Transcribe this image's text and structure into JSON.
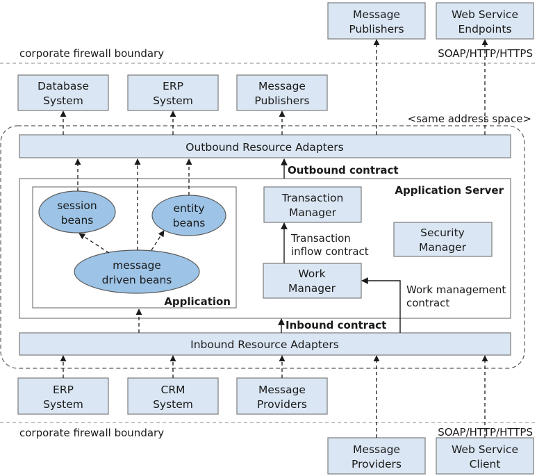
{
  "firewall": {
    "top_label": "corporate firewall boundary",
    "bottom_label": "corporate firewall boundary",
    "top_protocol": "SOAP/HTTP/HTTPS",
    "bottom_protocol": "SOAP/HTTP/HTTPS"
  },
  "external_top": {
    "message_publishers": [
      "Message",
      "Publishers"
    ],
    "web_service_endpoints": [
      "Web Service",
      "Endpoints"
    ]
  },
  "eis_top": {
    "database_system": [
      "Database",
      "System"
    ],
    "erp_system": [
      "ERP",
      "System"
    ],
    "message_publishers": [
      "Message",
      "Publishers"
    ]
  },
  "same_address_space": "<same address space>",
  "outbound_adapters": "Outbound Resource Adapters",
  "outbound_contract": "Outbound contract",
  "application_server": "Application Server",
  "application": {
    "label": "Application",
    "session_beans": [
      "session",
      "beans"
    ],
    "entity_beans": [
      "entity",
      "beans"
    ],
    "message_driven_beans": [
      "message",
      "driven beans"
    ]
  },
  "transaction_manager": [
    "Transaction",
    "Manager"
  ],
  "transaction_inflow": [
    "Transaction",
    "inflow contract"
  ],
  "security_manager": [
    "Security",
    "Manager"
  ],
  "work_manager": [
    "Work",
    "Manager"
  ],
  "work_management": [
    "Work management",
    "contract"
  ],
  "inbound_contract": "Inbound contract",
  "inbound_adapters": "Inbound Resource Adapters",
  "eis_bottom": {
    "erp_system": [
      "ERP",
      "System"
    ],
    "crm_system": [
      "CRM",
      "System"
    ],
    "message_providers": [
      "Message",
      "Providers"
    ]
  },
  "external_bottom": {
    "message_providers": [
      "Message",
      "Providers"
    ],
    "web_service_client": [
      "Web Service",
      "Client"
    ]
  },
  "colors": {
    "box_fill": "#dae6f3",
    "bean_fill": "#9dc3e6",
    "border": "#7b7b7b"
  }
}
